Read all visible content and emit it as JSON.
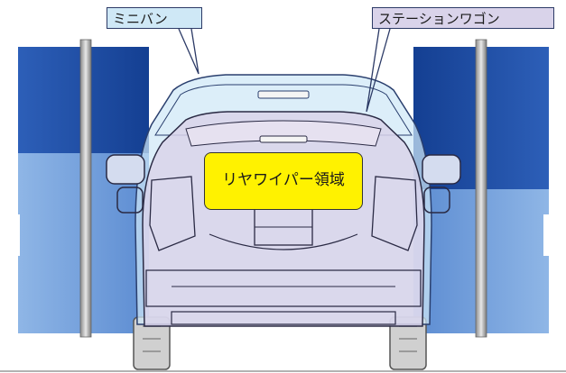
{
  "callouts": {
    "minivan": "ミニバン",
    "station_wagon": "ステーションワゴン"
  },
  "wiper_area_label": "リヤワイパー領域",
  "colors": {
    "curtain_dark": "#1f4fa6",
    "curtain_light": "#6f9cd8",
    "minivan_fill": "#cfe8f6",
    "wagon_fill": "#d9d3ea",
    "highlight": "#fff200"
  }
}
